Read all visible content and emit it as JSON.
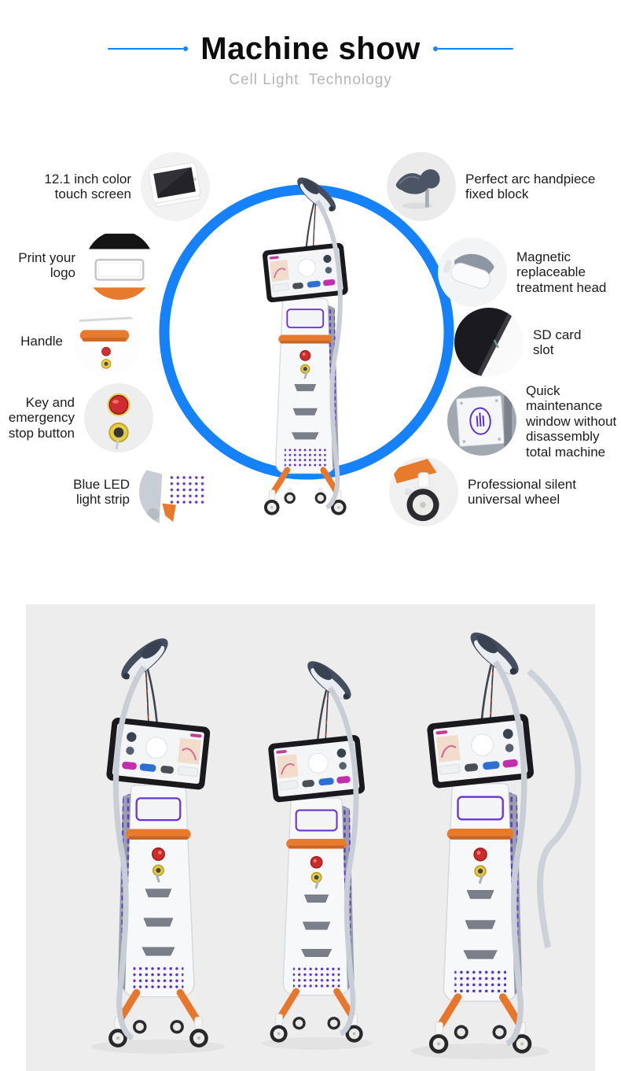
{
  "header": {
    "title": "Machine show",
    "subtitle": "Cell Light  Technology"
  },
  "features": {
    "left": [
      {
        "label": "12.1 inch color touch screen",
        "icon": "touch-screen"
      },
      {
        "label": "Print your logo",
        "icon": "logo-panel"
      },
      {
        "label": "Handle",
        "icon": "handle"
      },
      {
        "label": "Key and emergency stop button",
        "icon": "key-emergency-stop"
      },
      {
        "label": "Blue LED light strip",
        "icon": "blue-led-strip"
      }
    ],
    "right": [
      {
        "label": "Perfect arc handpiece fixed block",
        "icon": "arc-handpiece-block"
      },
      {
        "label": "Magnetic replaceable treatment head",
        "icon": "treatment-head"
      },
      {
        "label": "SD card slot",
        "icon": "sd-card-slot"
      },
      {
        "label": "Quick maintenance window without disassembly total machine",
        "icon": "maintenance-window"
      },
      {
        "label": "Professional silent universal wheel",
        "icon": "universal-wheel"
      }
    ]
  },
  "photo": {
    "machine_views": [
      "left-angle",
      "front",
      "right-angle"
    ]
  },
  "colors": {
    "accent_blue": "#1581fa",
    "orange": "#e8762b",
    "purple_led": "#5b2fd8",
    "emergency_red": "#cf2b2b",
    "photo_background": "#ededed"
  }
}
